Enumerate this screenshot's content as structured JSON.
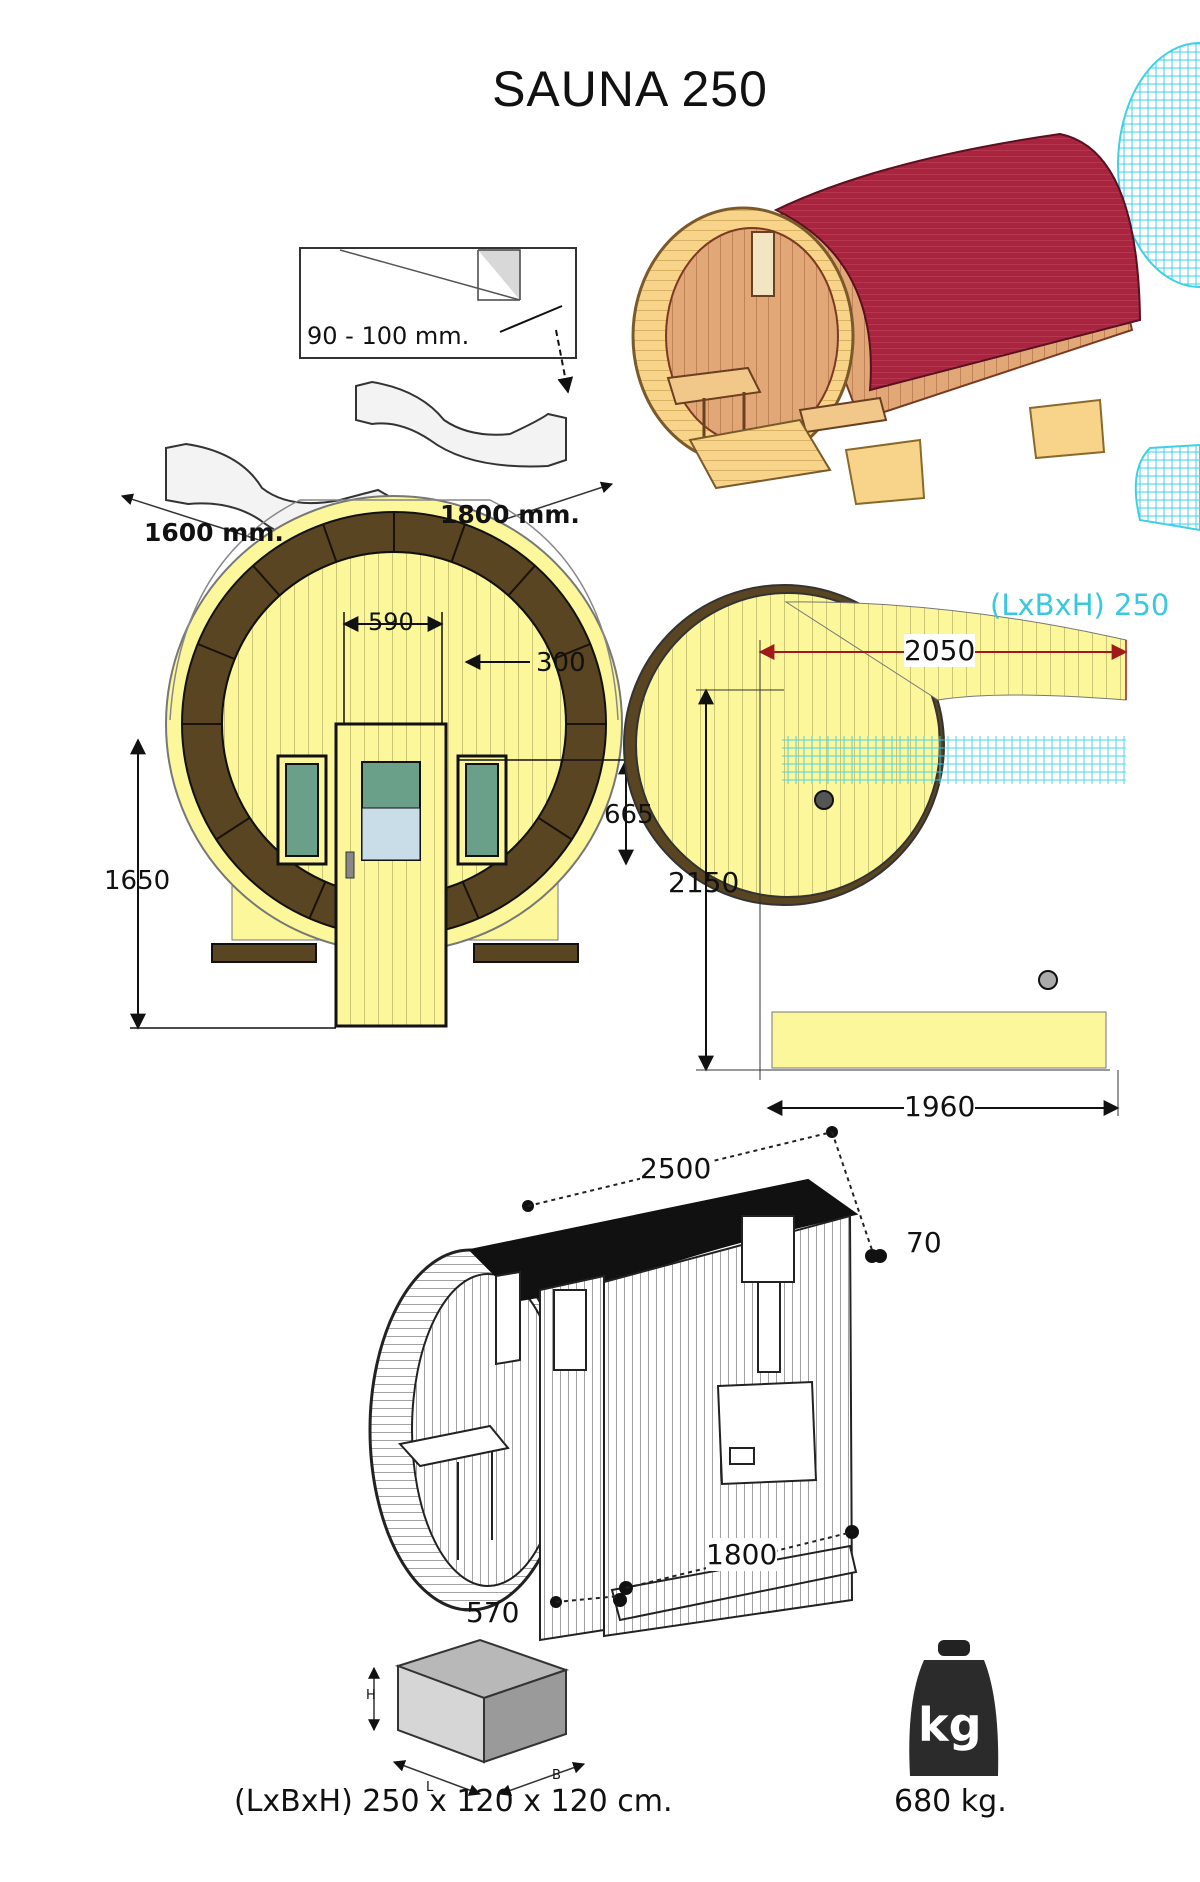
{
  "title": "SAUNA 250",
  "beam": {
    "thickness": "90 - 100 mm.",
    "length_short": "1600 mm.",
    "length_long": "1800 mm."
  },
  "front_view": {
    "door_width": "590",
    "window_width": "300",
    "window_height": "665",
    "door_height": "1650"
  },
  "side_view": {
    "overlay_text": "(LxBxH) 250",
    "width_top": "2050",
    "height": "2150",
    "width_bottom": "1960"
  },
  "iso_view": {
    "length": "2500",
    "base_height": "70",
    "bench_length": "1800",
    "porch_depth": "570"
  },
  "package": {
    "dims_caption": "(LxBxH) 250 x 120 x 120 cm.",
    "box_labels": {
      "h": "H",
      "l": "L",
      "b": "B"
    }
  },
  "weight": {
    "unit": "kg",
    "caption": "680 kg."
  },
  "colors": {
    "wood_light": "#fbf79a",
    "wood_dark": "#5a4522",
    "roof_red": "#a8243f",
    "measure_red": "#a01a1a",
    "cyan_ghost": "#3fd0e8",
    "cyan_text": "#38c8e0"
  }
}
